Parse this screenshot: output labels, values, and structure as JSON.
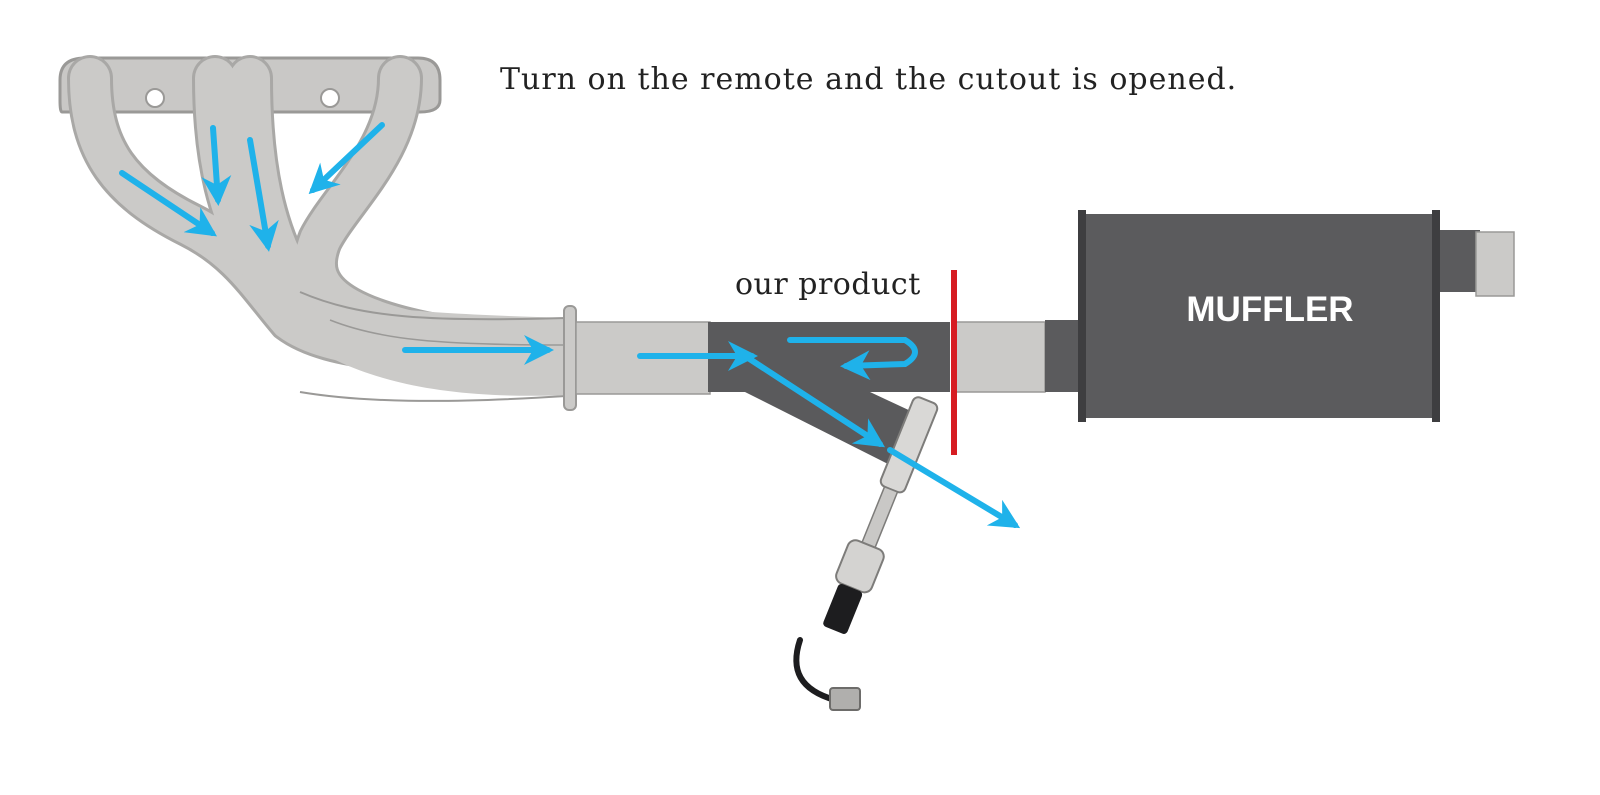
{
  "caption": "Turn on the remote and the cutout is opened.",
  "labels": {
    "product": "our product",
    "muffler": "MUFFLER"
  },
  "colors": {
    "pipe": "#c9c8c6",
    "pipe_outline": "#8f8e8c",
    "cutout_body": "#5a5a5c",
    "muffler": "#5b5b5d",
    "flow_arrow": "#1fb2ea",
    "cut_line": "#d61c22",
    "background": "#ffffff"
  }
}
